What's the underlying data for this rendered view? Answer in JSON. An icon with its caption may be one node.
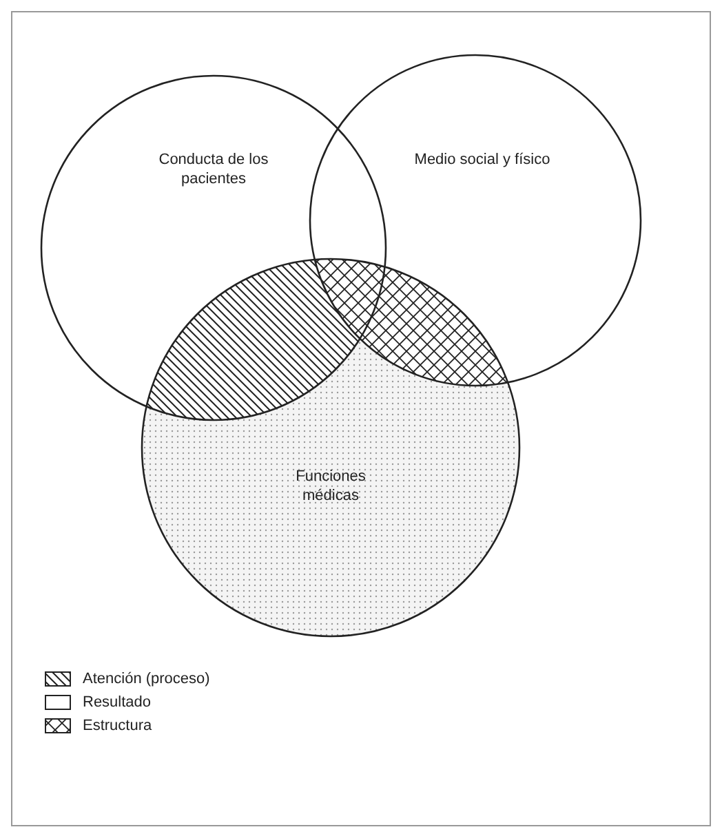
{
  "diagram": {
    "nodes": [
      {
        "text": [
          "Conducta de los pacientes"
        ]
      },
      {
        "text": [
          "Medio social y físico"
        ]
      },
      {
        "text": [
          "Funciones médicas"
        ]
      }
    ],
    "legend": [
      {
        "text": "Atención (proceso)"
      },
      {
        "text": "Resultado"
      },
      {
        "text": "Estructura"
      }
    ]
  }
}
